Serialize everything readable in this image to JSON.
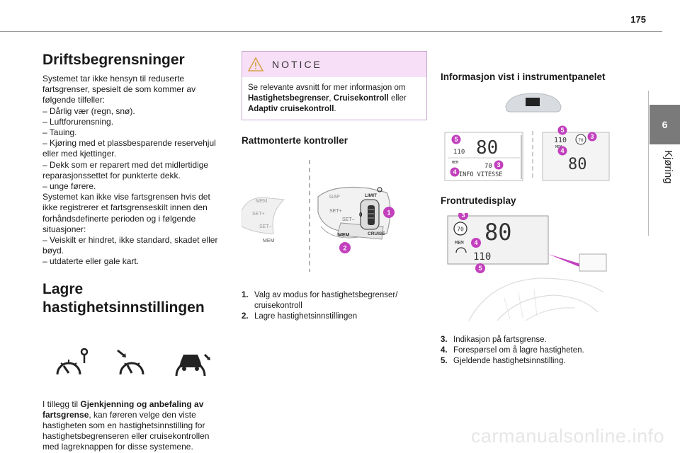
{
  "header": {
    "page_number": "175"
  },
  "chapter": {
    "number": "6",
    "title": "Kjøring"
  },
  "col1": {
    "title": "Driftsbegrensninger",
    "lines": [
      "Systemet tar ikke hensyn til reduserte",
      "fartsgrenser, spesielt de som kommer av",
      "følgende tilfeller:",
      "– Dårlig vær (regn, snø).",
      "– Luftforurensning.",
      "– Tauing.",
      "– Kjøring med et plassbesparende reservehjul",
      "eller med kjettinger.",
      "– Dekk som er reparert med det midlertidige",
      "reparasjonssettet for punkterte dekk.",
      "– unge førere.",
      "Systemet kan ikke vise fartsgrensen hvis det",
      "ikke registrerer et fartsgrenseskilt innen den",
      "forhåndsdefinerte perioden og i følgende",
      "situasjoner:",
      "– Veiskilt er hindret, ikke standard, skadet eller",
      "bøyd.",
      "– utdaterte eller gale kart."
    ],
    "lagre_title_line1": "Lagre",
    "lagre_title_line2": "hastighetsinnstillingen",
    "para_prefix": "I tillegg til ",
    "para_bold": "Gjenkjenning og anbefaling av fartsgrense",
    "para_suffix": ", kan føreren velge den viste hastigheten som en hastighetsinnstilling for hastighetsbegrenseren eller cruisekontrollen med lagreknappen for disse systemene."
  },
  "col2": {
    "notice_title": "NOTICE",
    "notice_text_1": "Se relevante avsnitt for mer informasjon om ",
    "notice_bold_1": "Hastighetsbegrenser",
    "notice_text_2": ", ",
    "notice_bold_2": "Cruisekontroll",
    "notice_text_3": " eller ",
    "notice_bold_3": "Adaptiv cruisekontroll",
    "notice_text_4": ".",
    "controls_title": "Rattmonterte kontroller",
    "stalk_labels": {
      "gap": "GAP",
      "set_plus": "SET+",
      "set_minus": "SET–",
      "mem": "MEM",
      "limit": "LIMIT",
      "cruise": "CRUISE",
      "zero": "0"
    },
    "callouts": [
      "1",
      "2"
    ],
    "list": [
      {
        "n": "1.",
        "text": "Valg av modus for hastighetsbegrenser/ cruisekontroll"
      },
      {
        "n": "2.",
        "text": "Lagre hastighetsinnstillingen"
      }
    ]
  },
  "col3": {
    "instrument_title": "Informasjon vist i instrumentpanelet",
    "cluster_left": {
      "speed": "80",
      "sub": "110",
      "mem": "MEM",
      "limit": "70",
      "info": "INFO VITESSE"
    },
    "cluster_right": {
      "sub": "110",
      "mem": "MEM",
      "limit": "70",
      "speed": "80"
    },
    "front_title": "Frontrutedisplay",
    "hud": {
      "limit": "70",
      "speed": "80",
      "mem": "MEM",
      "sub": "110"
    },
    "callouts": [
      "3",
      "4",
      "5"
    ],
    "list": [
      {
        "n": "3.",
        "text": "Indikasjon på fartsgrense."
      },
      {
        "n": "4.",
        "text": "Forespørsel om å lagre hastigheten."
      },
      {
        "n": "5.",
        "text": "Gjeldende hastighetsinnstilling."
      }
    ]
  },
  "watermark": "carmanualsonline.info",
  "colors": {
    "accent": "#c23fbd",
    "notice_bg": "#f7dff7",
    "tab_grey": "#7a7a7a"
  }
}
